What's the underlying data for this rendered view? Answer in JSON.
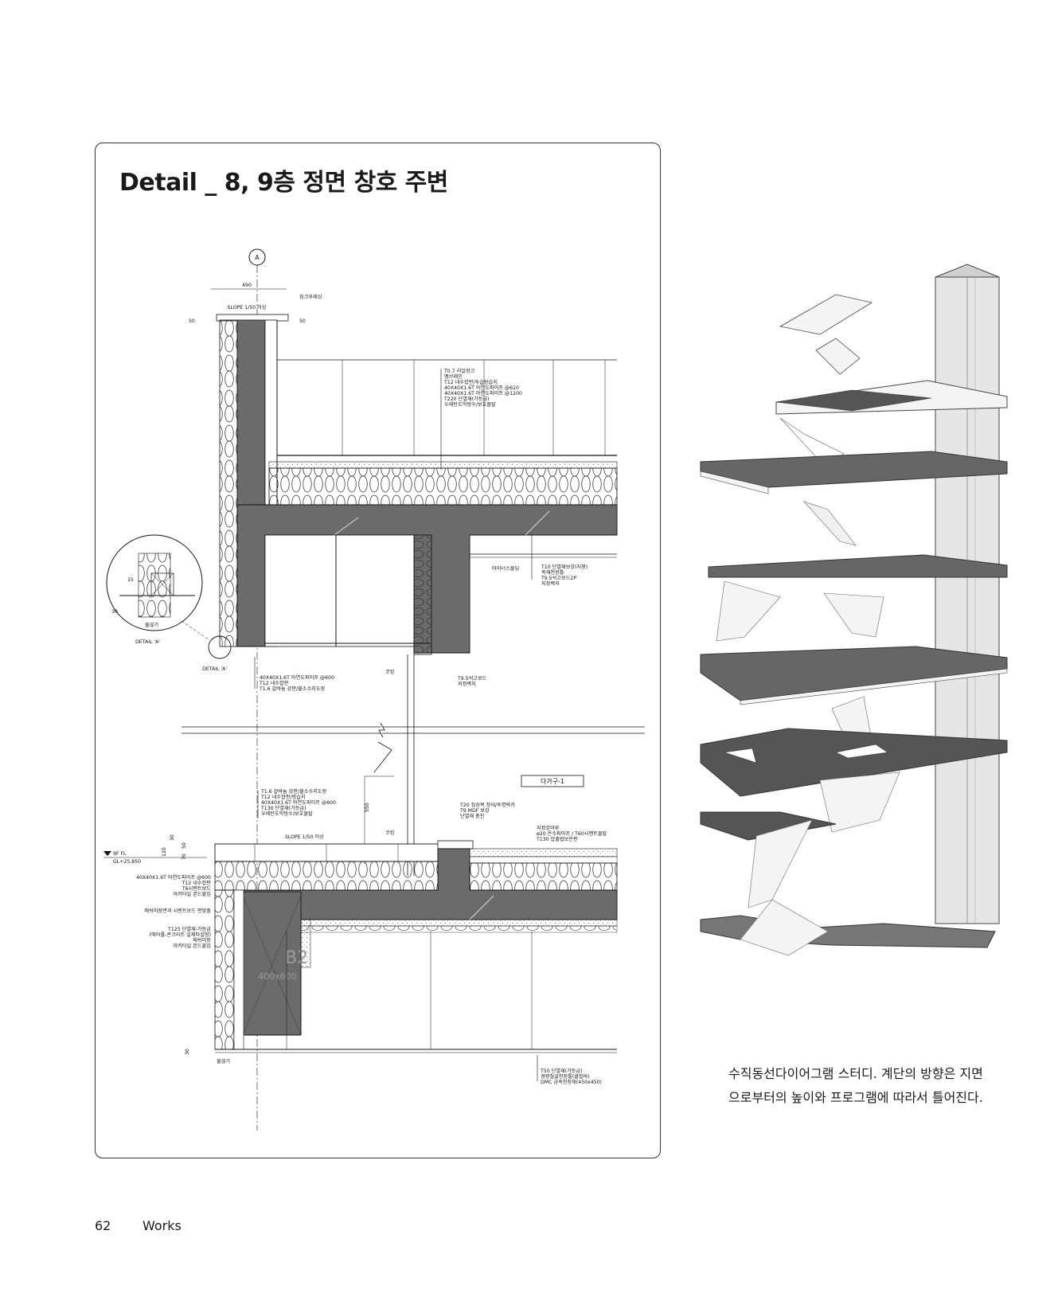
{
  "panel": {
    "title": "Detail _ 8, 9층 정면 창호 주변"
  },
  "drawing_labels": {
    "grid_marker": "A",
    "dim_490": "490",
    "dim_50a": "50",
    "dim_50b": "50",
    "dim_30": "30",
    "dim_550": "550",
    "dim_15": "15",
    "dim_30b": "30",
    "dim_120": "120",
    "dim_30c": "30",
    "dim_50c": "50",
    "dim_70": "70",
    "dim_30d": "30",
    "slope_top": "SLOPE 1/50 이상",
    "slope_bottom": "SLOPE 1/50 이상",
    "zinc": "징크후레싱",
    "roof_layers": [
      "T0.7 리얼징크",
      "멤브레인",
      "T12 내수합판/투습방습지",
      "40X40X1.6T 아연도파이프 @610",
      "40X40X1.6T 아연도파이프 @1200",
      "T220 단열재(가등급)",
      "우레탄도막방수/보호몰탈"
    ],
    "molding": "마이너스몰딩",
    "ceiling_layers": [
      "T10 단열재보강(지붕)",
      "목재천장틀",
      "T9.5석고보드2P",
      "지정벽지"
    ],
    "wall_layers_top": [
      "40X40X1.6T 아연도파이프 @600",
      "T12 내수합판",
      "T1.6 갈바늄 강판/불소수지도장"
    ],
    "caulking1": "코킹",
    "gypsum": [
      "T9.5석고보드",
      "지정벽지"
    ],
    "unit_label": "다가구-1",
    "wall_layers_mid": [
      "T1.6 갈바늄 강판/불소수지도장",
      "T12 내수합판/방습지",
      "40X40X1.6T 아연도파이프 @600",
      "T130 단열재(가등급)",
      "우레탄도막방수/보호몰탈"
    ],
    "window_layers": [
      "T20 집성목 창대/투명락카",
      "T9 MDF 보강",
      "단열재 충진"
    ],
    "caulking2": "코킹",
    "floor_layers": [
      "지정강마루",
      "ø20 온수파이프 / T60시멘트몰탈",
      "T130 압출법보온판"
    ],
    "level_fl": "9F FL",
    "level_gl": "GL+25,850",
    "left_labels": [
      "40X40X1.6T 아연도파이프 @600",
      "T12 내수합판",
      "T6시멘트보드",
      "아키타일 본드붙임",
      "메쉬미장면과 시멘트보드 면맞춤",
      "T125 단열재-가등급",
      "(에어롤-콘크리트 일체타설형)",
      "메쉬미장",
      "아키타일 본드붙임"
    ],
    "drip1": "물끊기",
    "drip2": "물끊기",
    "detail_a1": "DETAIL 'A'",
    "detail_a2": "DETAIL 'A'",
    "beam": "B2",
    "beam_size": "400x600",
    "bottom_layers": [
      "T50 단열재(가등급)",
      "경량철골천장틀(클립바)",
      "DMC 금속천장재(450x450)"
    ]
  },
  "caption": {
    "line1": "수직동선다이어그램 스터디. 계단의 방향은 지면",
    "line2": "으로부터의 높이와 프로그램에 따라서 틀어진다."
  },
  "footer": {
    "page_number": "62",
    "section": "Works"
  }
}
